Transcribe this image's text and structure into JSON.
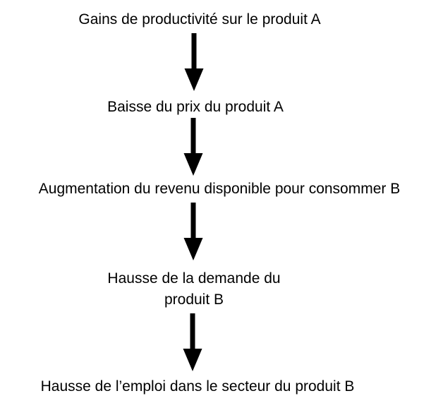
{
  "diagram": {
    "type": "flowchart",
    "direction": "top-down",
    "background_color": "#ffffff",
    "text_color": "#000000",
    "arrow_color": "#000000",
    "steps": [
      "Gains de productivité sur le produit A",
      "Baisse du prix du produit A",
      "Augmentation du revenu disponible pour consommer B",
      "Hausse de la demande du\nproduit B",
      "Hausse de l’emploi dans le secteur du produit B"
    ],
    "connectors": [
      "down-arrow",
      "down-arrow",
      "down-arrow",
      "down-arrow"
    ]
  }
}
